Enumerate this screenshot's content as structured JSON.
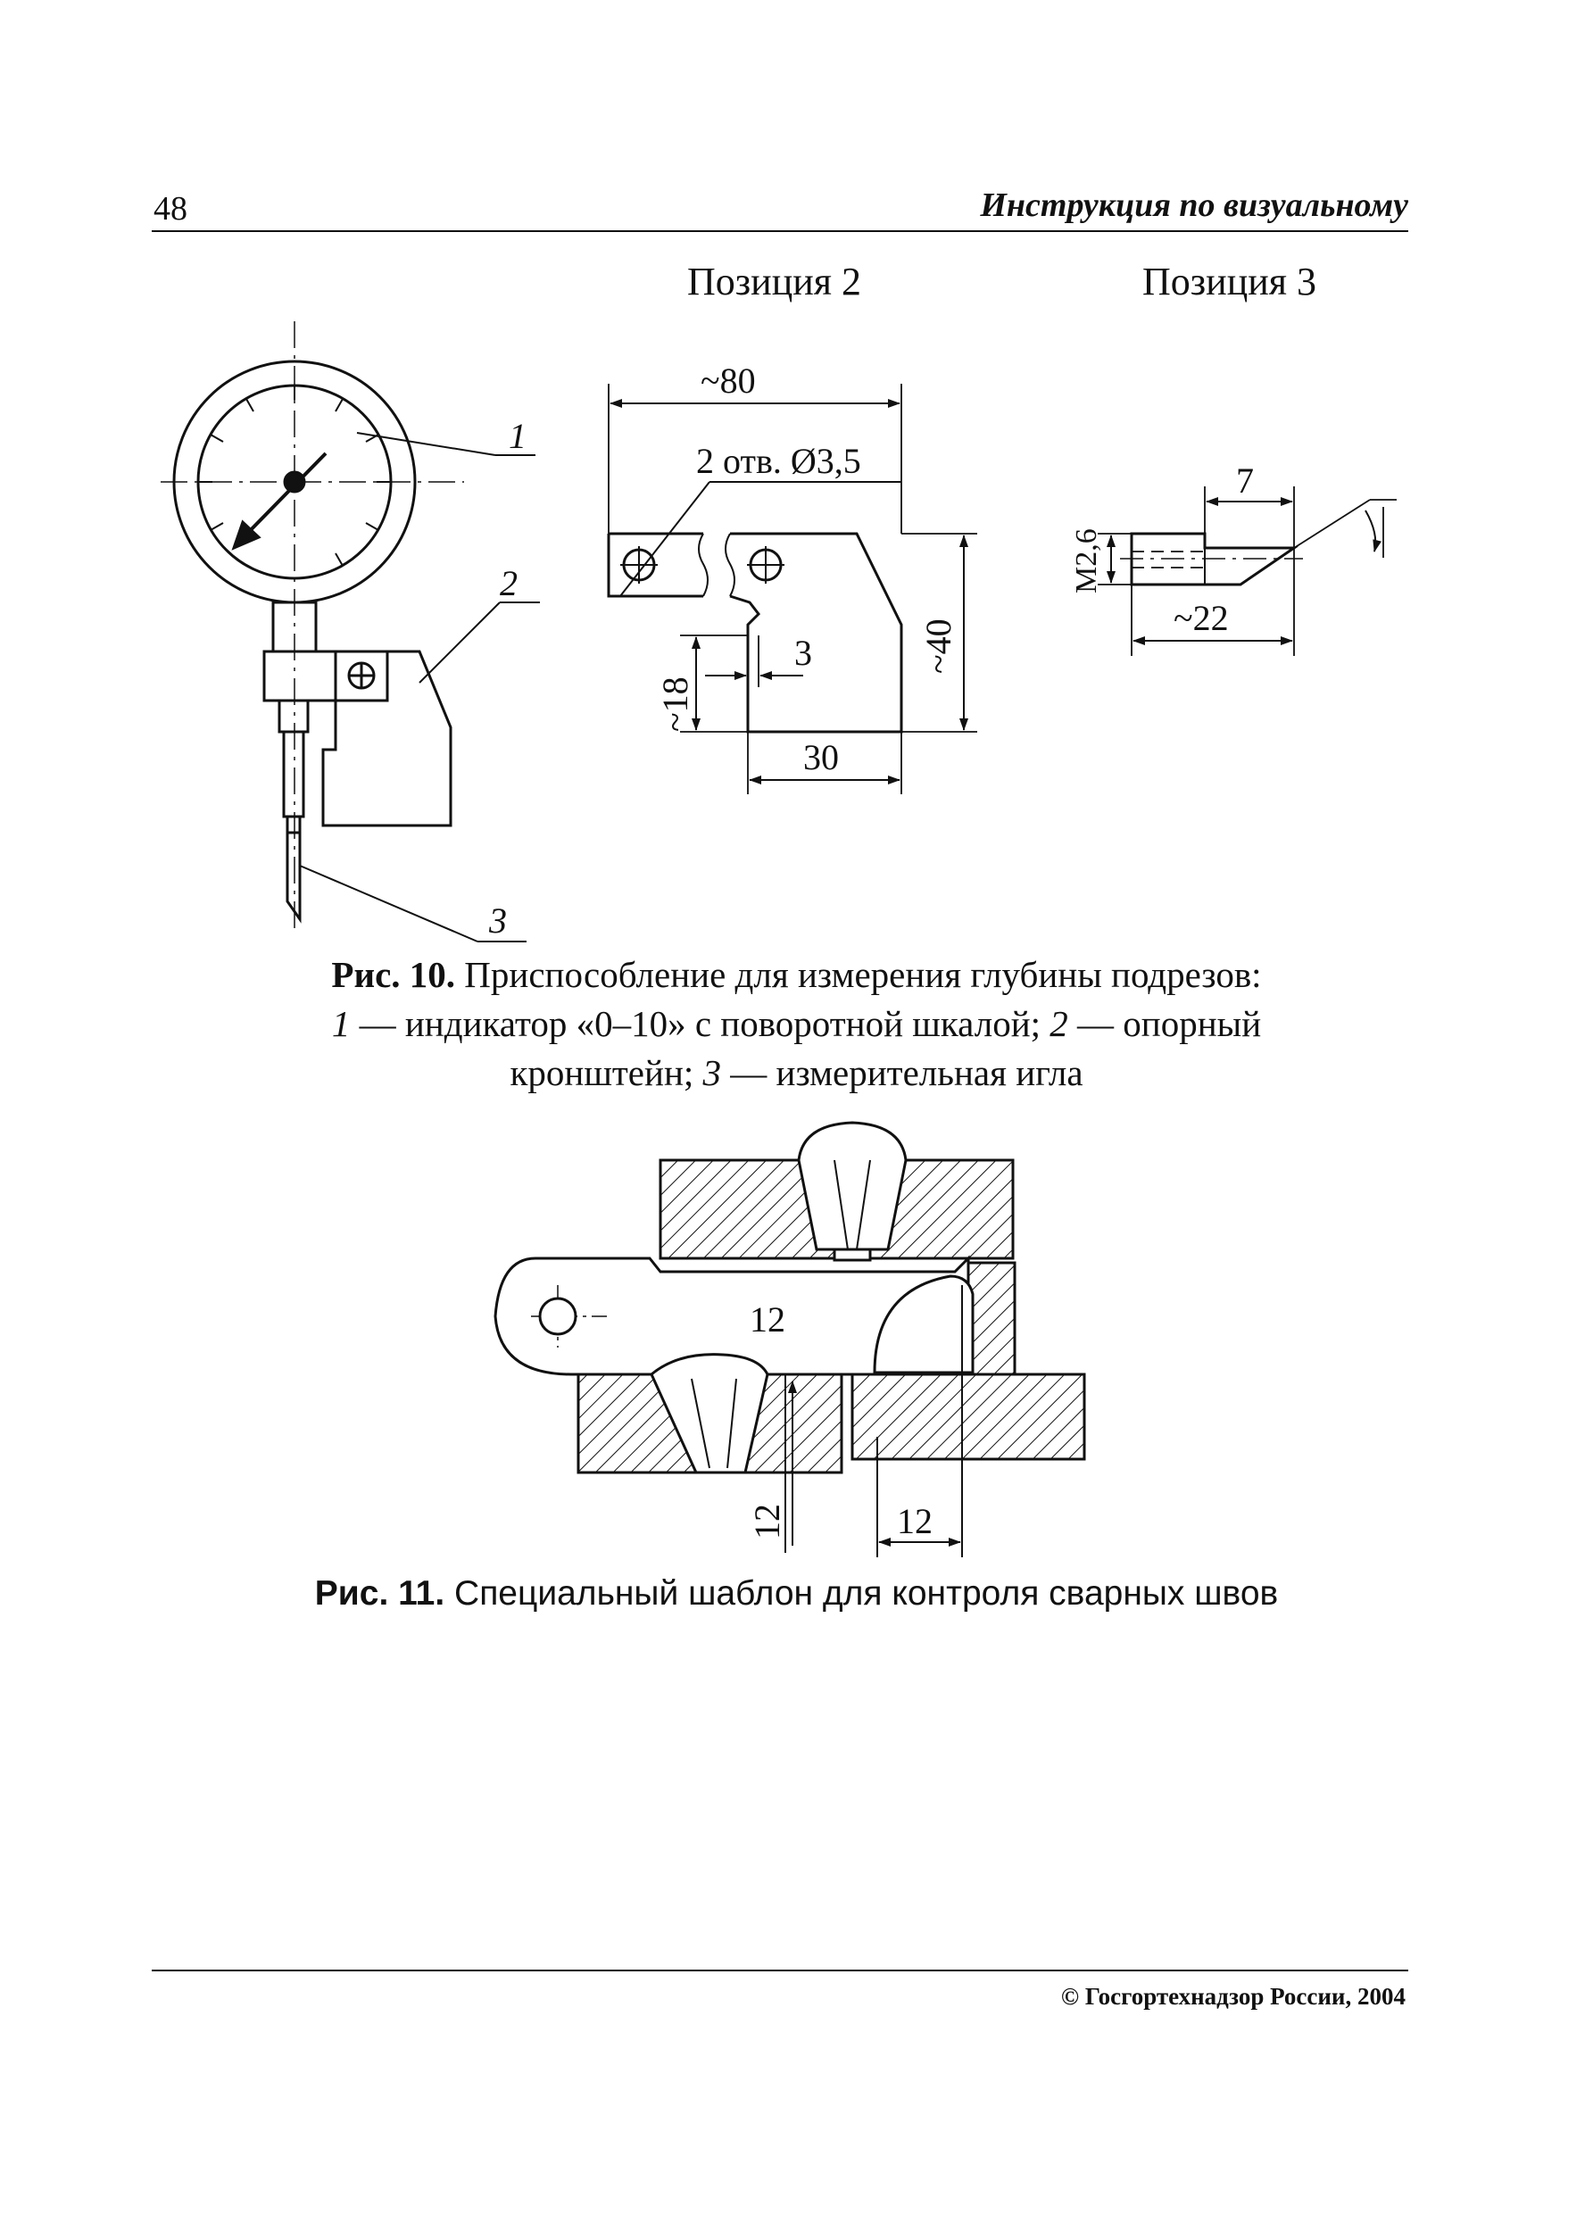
{
  "header": {
    "page_number": "48",
    "running_title": "Инструкция по визуальному"
  },
  "figure10": {
    "position2_title": "Позиция 2",
    "position3_title": "Позиция 3",
    "callouts": [
      "1",
      "2",
      "3"
    ],
    "dimensions": {
      "width_80": "~80",
      "holes": "2 отв. Ø3,5",
      "height_40": "~40",
      "height_18": "~18",
      "gap_3": "3",
      "width_30": "30",
      "len_7": "7",
      "thread_m26": "M2,6",
      "len_22": "~22"
    },
    "caption_label": "Рис. 10.",
    "caption_line1": "Приспособление для измерения глубины подрезов:",
    "caption_item1_num": "1",
    "caption_item1_text": " — индикатор «0–10» с поворотной шкалой; ",
    "caption_item2_num": "2",
    "caption_item2_text": " — опорный",
    "caption_line3_text": "кронштейн; ",
    "caption_item3_num": "3",
    "caption_item3_text": " — измерительная игла"
  },
  "figure11": {
    "template_label": "12",
    "dim_vertical": "12",
    "dim_horizontal": "12",
    "caption_label": "Рис. 11.",
    "caption_text": " Специальный шаблон для контроля сварных швов"
  },
  "footer": {
    "copyright": "© Госгортехнадзор России, 2004"
  }
}
